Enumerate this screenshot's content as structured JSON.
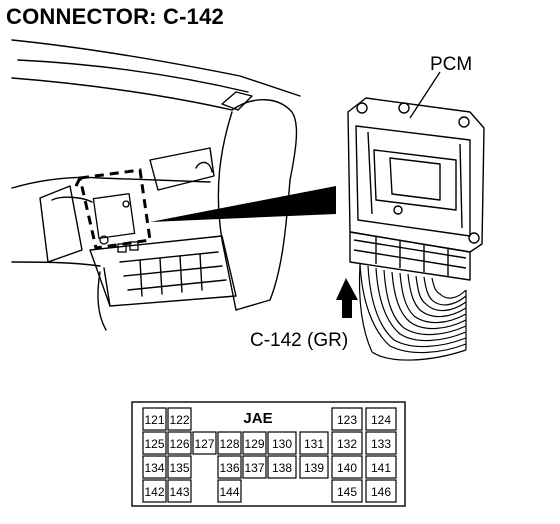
{
  "title": "CONNECTOR: C-142",
  "labels": {
    "pcm": "PCM",
    "connector": "C-142 (GR)"
  },
  "connector_face": {
    "brand": "JAE",
    "rows": [
      [
        "121",
        "122",
        "123",
        "124"
      ],
      [
        "125",
        "126",
        "127",
        "128",
        "129",
        "130",
        "131",
        "132",
        "133"
      ],
      [
        "134",
        "135",
        "136",
        "137",
        "138",
        "139",
        "140",
        "141"
      ],
      [
        "142",
        "143",
        "144",
        "145",
        "146"
      ]
    ]
  }
}
